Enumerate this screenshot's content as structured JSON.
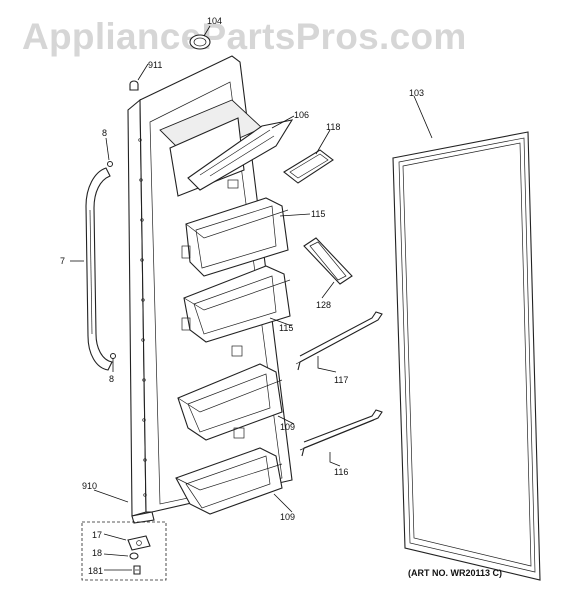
{
  "watermark": "AppliancePartsPros.com",
  "art_number": "(ART NO. WR20113 C)",
  "callouts": {
    "p104": "104",
    "p911": "911",
    "p8a": "8",
    "p7": "7",
    "p8b": "8",
    "p106": "106",
    "p118": "118",
    "p115a": "115",
    "p128": "128",
    "p115b": "115",
    "p117": "117",
    "p109a": "109",
    "p116": "116",
    "p109b": "109",
    "p103": "103",
    "p910": "910",
    "p17": "17",
    "p18": "18",
    "p181": "181"
  }
}
